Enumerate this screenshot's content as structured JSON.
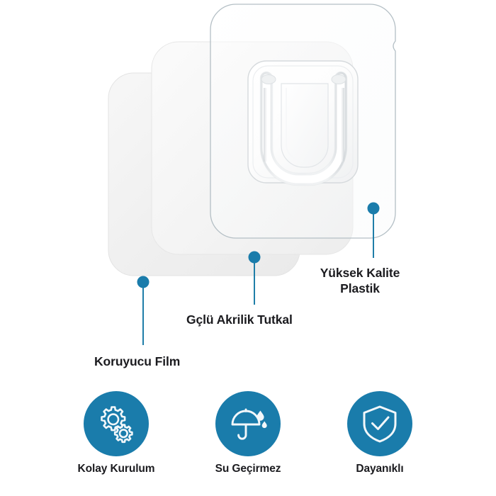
{
  "colors": {
    "background": "#ffffff",
    "accent_blue": "#1a7cab",
    "marker_blue": "#1a7cab",
    "leader_line": "#1f7ea8",
    "text_dark": "#1b1b1f",
    "panel_film": "#f0f0f0",
    "panel_adhesive": "#f4f4f4",
    "panel_plastic_stroke": "#b9c4c9",
    "hook_white": "#ffffff"
  },
  "product": {
    "layers": [
      {
        "id": "koruyucu-film",
        "name": "Koruyucu Film"
      },
      {
        "id": "akrilik-tutkal",
        "name": "Gçlü Akrilik Tutkal"
      },
      {
        "id": "yuksek-kalite-plastik",
        "name": "Yüksek Kalite Plastik"
      }
    ],
    "hook": {
      "name": "u-shaped-hook"
    }
  },
  "callouts": [
    {
      "id": "koruyucu-film",
      "label": "Koruyucu Film",
      "marker_icon": "dot-marker-icon"
    },
    {
      "id": "akrilik-tutkal",
      "label": "Gçlü Akrilik Tutkal",
      "marker_icon": "dot-marker-icon"
    },
    {
      "id": "yuksek-kalite",
      "label": "Yüksek Kalite\nPlastik",
      "marker_icon": "dot-marker-icon"
    }
  ],
  "features": [
    {
      "id": "kolay-kurulum",
      "label": "Kolay Kurulum",
      "icon": "gears-icon"
    },
    {
      "id": "su-gecirmez",
      "label": "Su Geçirmez",
      "icon": "umbrella-rain-icon"
    },
    {
      "id": "dayanikli",
      "label": "Dayanıklı",
      "icon": "shield-check-icon"
    }
  ]
}
